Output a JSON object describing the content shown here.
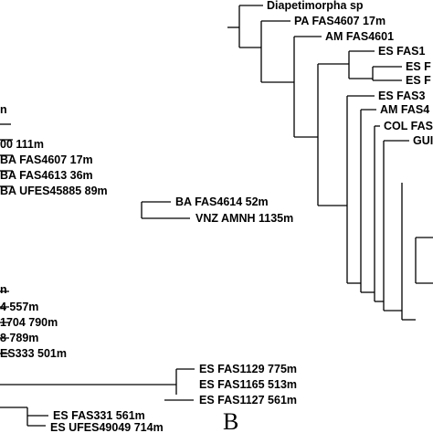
{
  "panel_label": "B",
  "left_tree_labels": [
    "n",
    "00 111m",
    "BA FAS4607 17m",
    "BA FAS4613 36m",
    "BA UFES45885 89m",
    "BA FAS4614 52m",
    "VNZ AMNH 1135m",
    "n",
    "4 557m",
    "1704 790m",
    "8 789m",
    "ES333 501m",
    "ES FAS1129 775m",
    "ES FAS1165 513m",
    "ES FAS1127 561m",
    "ES FAS331 561m",
    "ES UFES49049 714m"
  ],
  "right_tree_labels": [
    "Diapetimorpha sp",
    "PA FAS4607 17m",
    "AM FAS4601",
    "ES FAS1",
    "ES F",
    "ES F",
    "ES FAS3",
    "AM FAS4",
    "COL FAS",
    "GUI"
  ]
}
